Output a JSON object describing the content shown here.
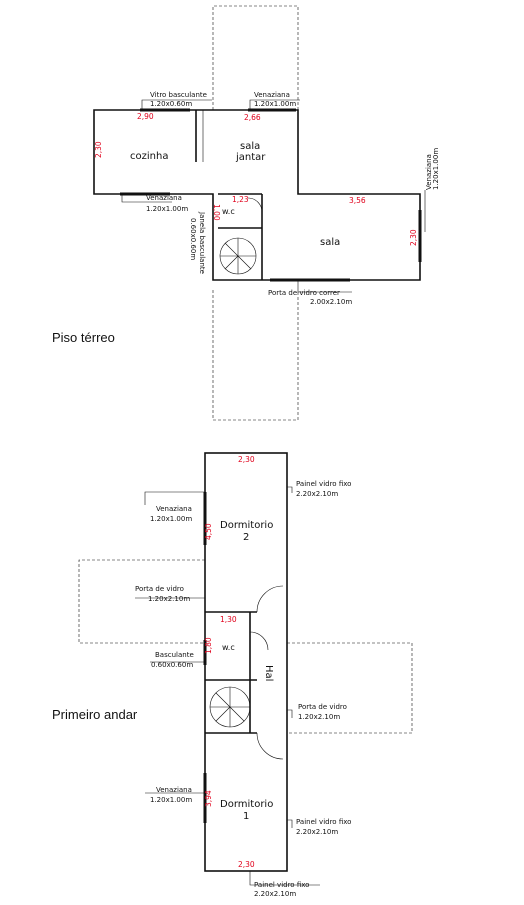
{
  "ground": {
    "caption": "Piso térreo",
    "rooms": {
      "cozinha": "cozinha",
      "sala_jantar_1": "sala",
      "sala_jantar_2": "jantar",
      "wc": "w.c",
      "sala": "sala"
    },
    "labels": {
      "vitro_a": "Vitro basculante",
      "vitro_b": "1.20x0.60m",
      "venez_top_a": "Venaziana",
      "venez_top_b": "1.20x1.00m",
      "venez_left_a": "Venaziana",
      "venez_left_b": "1.20x1.00m",
      "janela_a": "Janela basculante",
      "janela_b": "0.60x0.60m",
      "venez_right_a": "Venaziana",
      "venez_right_b": "1.20x1.00m",
      "porta_a": "Porta de vidro correr",
      "porta_b": "2.00x2.10m"
    },
    "dims": {
      "d290": "2,90",
      "d266": "2,66",
      "d230_left": "2,30",
      "d123": "1,23",
      "d100": "1,00",
      "d356": "3,56",
      "d230_right": "2,30"
    }
  },
  "first": {
    "caption": "Primeiro andar",
    "rooms": {
      "dorm2_a": "Dormitorio",
      "dorm2_b": "2",
      "wc": "w.c",
      "hall": "Hal",
      "dorm1_a": "Dormitorio",
      "dorm1_b": "1"
    },
    "labels": {
      "painel_top_a": "Painel vidro fixo",
      "painel_top_b": "2.20x2.10m",
      "venez_top_a": "Venaziana",
      "venez_top_b": "1.20x1.00m",
      "porta_vidro_a": "Porta de vidro",
      "porta_vidro_b": "1.20x2.10m",
      "basc_a": "Basculante",
      "basc_b": "0.60x0.60m",
      "porta_vidro2_a": "Porta de vidro",
      "porta_vidro2_b": "1.20x2.10m",
      "venez_bot_a": "Venaziana",
      "venez_bot_b": "1.20x1.00m",
      "painel_mid_a": "Painel vidro fixo",
      "painel_mid_b": "2.20x2.10m",
      "painel_bot_a": "Painel vidro fixo",
      "painel_bot_b": "2.20x2.10m"
    },
    "dims": {
      "d230_top": "2,30",
      "d450": "4,50",
      "d130": "1,30",
      "d180": "1,80",
      "d394": "3,94",
      "d230_bot": "2,30"
    }
  }
}
